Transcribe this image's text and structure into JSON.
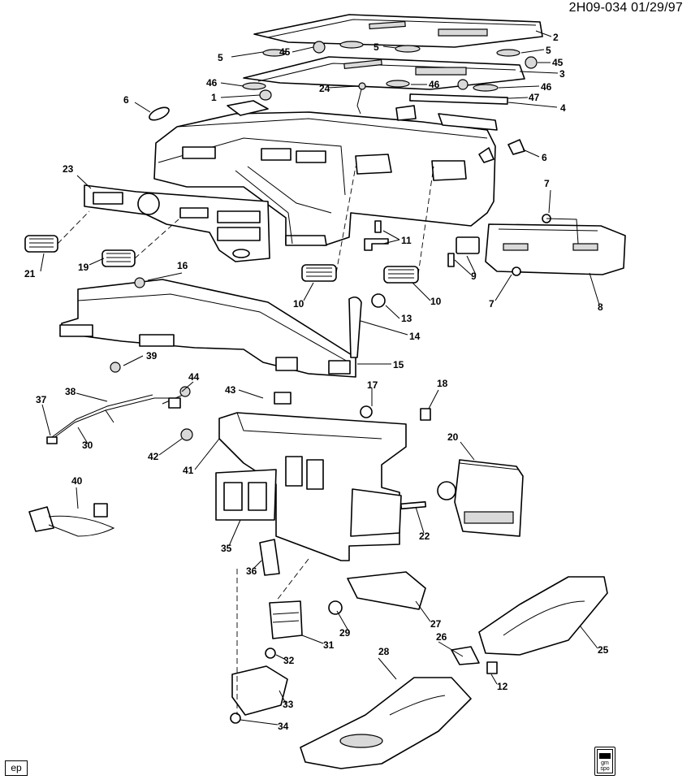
{
  "header": {
    "diagram_id": "2H09-034 01/29/97"
  },
  "footer": {
    "ep_label": "ep",
    "logo_top": "gm",
    "logo_bottom": "spo"
  },
  "callouts": [
    "2",
    "5",
    "45",
    "5",
    "5",
    "3",
    "45",
    "46",
    "46",
    "46",
    "1",
    "47",
    "24",
    "4",
    "6",
    "6",
    "23",
    "7",
    "11",
    "21",
    "19",
    "16",
    "9",
    "10",
    "10",
    "7",
    "8",
    "13",
    "14",
    "39",
    "15",
    "44",
    "17",
    "18",
    "43",
    "37",
    "38",
    "30",
    "42",
    "41",
    "20",
    "40",
    "22",
    "35",
    "36",
    "27",
    "29",
    "31",
    "28",
    "26",
    "25",
    "32",
    "12",
    "33",
    "34"
  ]
}
